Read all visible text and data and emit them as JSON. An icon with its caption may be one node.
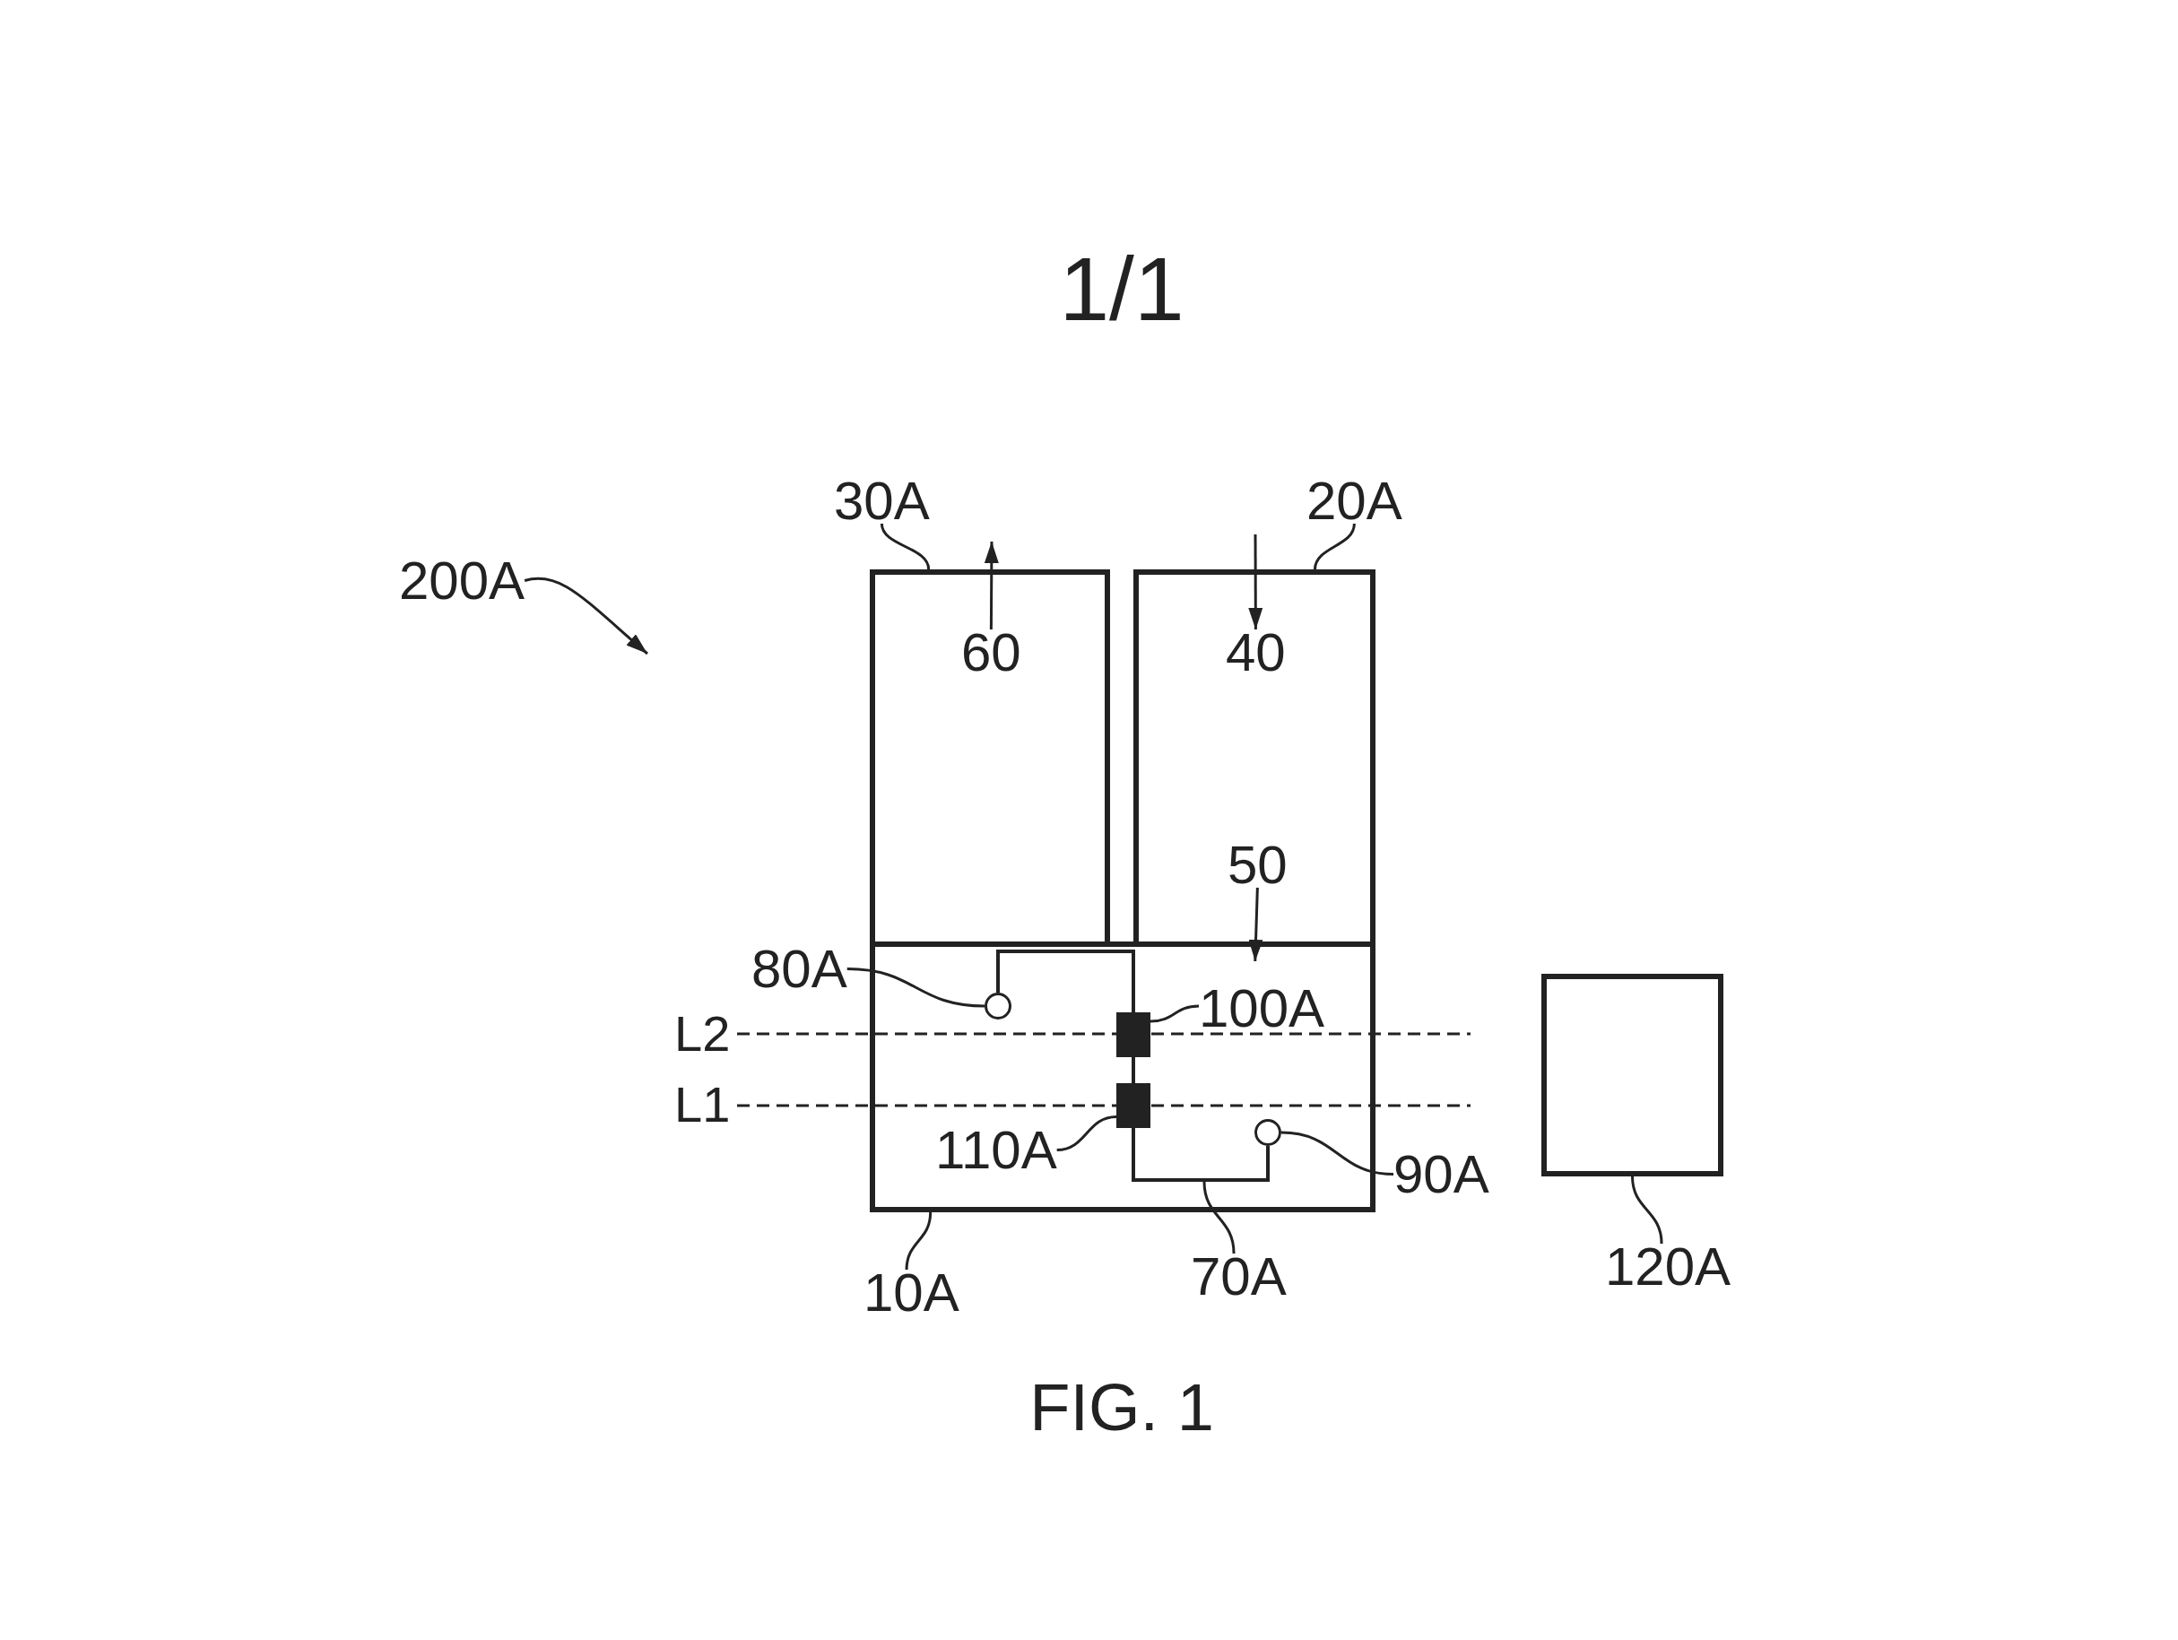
{
  "diagram": {
    "caption": "FIG. 1",
    "nodes": [
      {
        "text": [
          "200A"
        ]
      },
      {
        "text": [
          "30A"
        ]
      },
      {
        "text": [],
        "shape": "box"
      },
      {
        "text": [
          "60"
        ],
        "in": 2
      },
      {
        "text": [
          "20A"
        ]
      },
      {
        "text": [],
        "shape": "box"
      },
      {
        "text": [
          "40"
        ],
        "in": 5
      },
      {
        "text": [
          "50"
        ],
        "in": 5
      },
      {
        "text": [
          "80A"
        ]
      },
      {
        "text": [],
        "shape": "box"
      },
      {
        "text": [],
        "shape": "circle",
        "in": 9
      },
      {
        "text": [
          "100A"
        ],
        "in": 9
      },
      {
        "text": [],
        "shape": "box",
        "in": 9
      },
      {
        "text": [],
        "shape": "box",
        "in": 9
      },
      {
        "text": [
          "110A"
        ],
        "in": 9
      },
      {
        "text": [],
        "shape": "circle",
        "in": 9
      },
      {
        "text": [
          "90A"
        ]
      },
      {
        "text": [
          "10A"
        ]
      },
      {
        "text": [
          "70A"
        ]
      },
      {
        "text": [],
        "shape": "box"
      },
      {
        "text": [
          "120A"
        ]
      }
    ],
    "edges": [
      {
        "from": 0,
        "to": null,
        "arrow": "to"
      },
      {
        "from": 1,
        "to": 2,
        "arrow": "none"
      },
      {
        "from": 3,
        "to": null,
        "arrow": "to"
      },
      {
        "from": 4,
        "to": 5,
        "arrow": "none"
      },
      {
        "from": null,
        "to": 6,
        "arrow": "to"
      },
      {
        "from": 7,
        "to": 9,
        "arrow": "to"
      },
      {
        "from": 8,
        "to": 10,
        "arrow": "none"
      },
      {
        "from": 11,
        "to": 12,
        "arrow": "none"
      },
      {
        "from": 14,
        "to": 13,
        "arrow": "none"
      },
      {
        "from": 16,
        "to": 15,
        "arrow": "none"
      },
      {
        "from": 17,
        "to": 9,
        "arrow": "none"
      },
      {
        "from": 18,
        "to": null,
        "arrow": "none"
      },
      {
        "from": 20,
        "to": 19,
        "arrow": "none"
      },
      {
        "from": 10,
        "to": 12,
        "arrow": "none"
      },
      {
        "from": 12,
        "to": 13,
        "arrow": "none"
      },
      {
        "from": 13,
        "to": 15,
        "arrow": "none"
      }
    ],
    "labels": [
      "1/1",
      "L2",
      "L1"
    ]
  }
}
